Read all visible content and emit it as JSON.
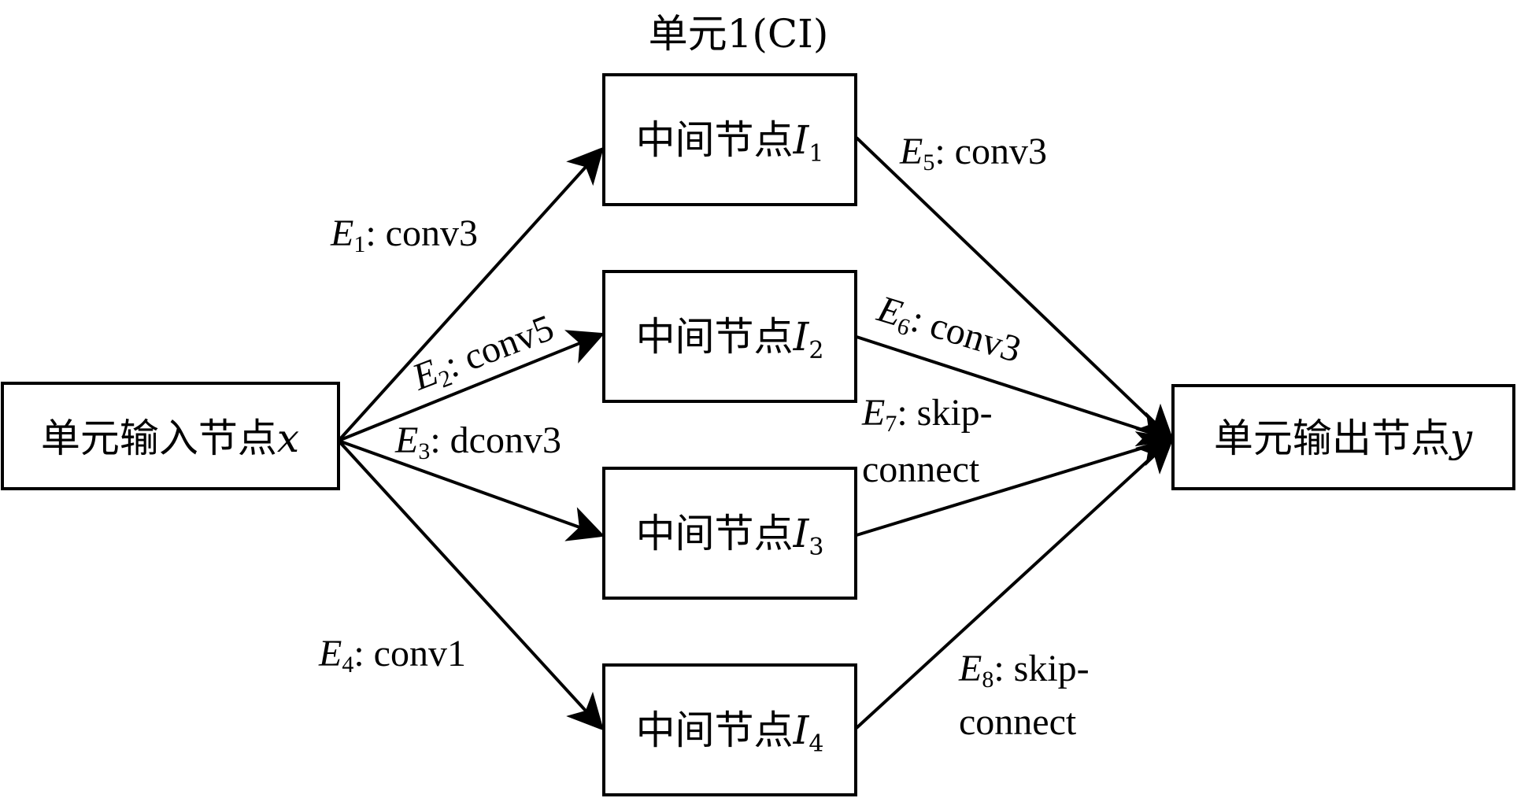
{
  "cell_title": "单元1(CI)",
  "input_node": {
    "label": "单元输入节点",
    "var": "x"
  },
  "output_node": {
    "label": "单元输出节点",
    "var": "y"
  },
  "intermediate_nodes": [
    {
      "label": "中间节点",
      "var": "I",
      "sub": "1"
    },
    {
      "label": "中间节点",
      "var": "I",
      "sub": "2"
    },
    {
      "label": "中间节点",
      "var": "I",
      "sub": "3"
    },
    {
      "label": "中间节点",
      "var": "I",
      "sub": "4"
    }
  ],
  "edges": [
    {
      "var": "E",
      "sub": "1",
      "op": ": conv3"
    },
    {
      "var": "E",
      "sub": "2",
      "op": ": conv5"
    },
    {
      "var": "E",
      "sub": "3",
      "op": ": dconv3"
    },
    {
      "var": "E",
      "sub": "4",
      "op": ": conv1"
    },
    {
      "var": "E",
      "sub": "5",
      "op": ": conv3"
    },
    {
      "var": "E",
      "sub": "6",
      "op": ": conv3"
    },
    {
      "var": "E",
      "sub": "7",
      "op": ": skip-",
      "op2": "connect"
    },
    {
      "var": "E",
      "sub": "8",
      "op": ": skip-",
      "op2": "connect"
    }
  ]
}
